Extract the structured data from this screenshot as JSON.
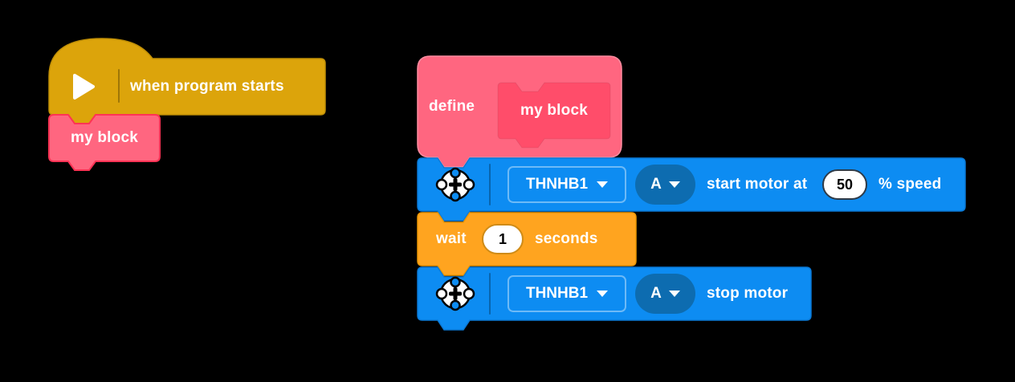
{
  "app": {
    "name": "block-programming-canvas",
    "background": "#000000"
  },
  "colors": {
    "events_yellow": "#DCA40B",
    "events_yellow_outline": "#C08F06",
    "myblocks_pink": "#FF6680",
    "myblocks_pink_dark": "#FF4D6A",
    "myblocks_outline": "#FF3355",
    "motor_blue": "#0D8CF2",
    "motor_blue_outline": "#0A79D6",
    "port_oval_blue": "#0D6CB0",
    "control_orange": "#FFA41F",
    "control_orange_outline": "#EC9703",
    "number_oval_border_dark": "#2E3A47"
  },
  "left_stack": {
    "when_program_starts": {
      "label": "when program starts",
      "icon": "play-icon"
    },
    "my_block_call": {
      "label": "my block"
    }
  },
  "right_stack": {
    "define_block": {
      "keyword": "define",
      "prototype": {
        "label": "my block"
      }
    },
    "start_motor_block": {
      "icon": "motor-icon",
      "hub_dropdown": "THNHB1",
      "port_dropdown": "A",
      "label_start": "start motor at",
      "speed_value": "50",
      "label_end": "% speed"
    },
    "wait_block": {
      "label_start": "wait",
      "value": "1",
      "label_end": "seconds"
    },
    "stop_motor_block": {
      "icon": "motor-icon",
      "hub_dropdown": "THNHB1",
      "port_dropdown": "A",
      "label": "stop motor"
    }
  }
}
